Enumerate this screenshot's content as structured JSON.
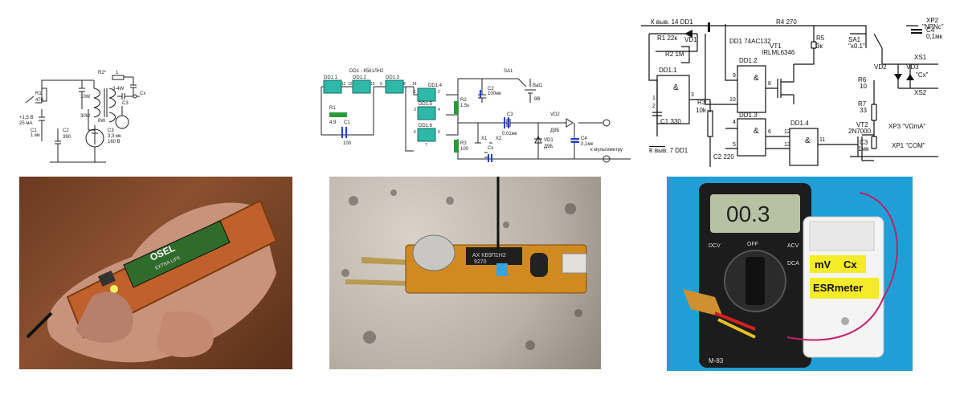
{
  "schematic_left": {
    "labels": {
      "r1": "R1",
      "r1_val": "470",
      "r2": "R2*",
      "r2_val": "1",
      "w10": "10W",
      "w34": "3-4W",
      "w30": "30W",
      "w6": "6W",
      "c1": "C1",
      "c1_val": "1 мк",
      "c2": "C2",
      "c2_val": "390",
      "c3": "C3",
      "c3_cap": "C3",
      "c3_val1": "3,3 мк",
      "c3_val2": "160 В",
      "cx": "Cx",
      "supply1": "+1,5 В",
      "supply2": "25 мА"
    }
  },
  "schematic_middle": {
    "labels": {
      "ic": "DD1 - К561ЛН2",
      "dd11": "DD1.1",
      "dd12": "DD1.2",
      "dd13": "DD1.3",
      "dd14": "DD1.4",
      "dd15": "DD1.5",
      "dd16": "DD1.6",
      "sa1": "SA1",
      "bat": "Bat1",
      "bat_v": "9В",
      "c2": "C2",
      "c2_val": "100мк",
      "r1": "R1",
      "r1_val": "4,9",
      "c1": "C1",
      "c1_val": "100",
      "r2": "R2",
      "r2_val": "1,5к",
      "r3": "R3",
      "r3_val": "100",
      "c3": "C3",
      "c3_val": "0,01мк",
      "vd2": "VD2",
      "vd2_type": "Д9Б",
      "vd1": "VD1",
      "vd1_type": "Д9Б",
      "c4": "C4",
      "c4_val": "0,1мк",
      "x1": "X1",
      "x2": "X2",
      "cx": "Cx",
      "meter": "к мультиметру",
      "p11": "11",
      "p12": "12",
      "p10": "10",
      "p9": "9",
      "p8": "8",
      "p14": "14",
      "p1": "1",
      "p2": "2",
      "p3": "3",
      "p4": "4",
      "p5": "5",
      "p6": "6",
      "p7": "7"
    }
  },
  "schematic_right": {
    "labels": {
      "pin14": "К выв. 14  DD1",
      "pin7": "К выв. 7 DD1",
      "r1": "R1 22к",
      "r2": "R2 1M",
      "vd1": "VD1",
      "ic": "DD1 74AC132",
      "r4": "R4 270",
      "c4": "C4",
      "c4_val": "0,1мк",
      "xp2": "XP2",
      "xp2_name": "\"NPNc\"",
      "r5": "R5",
      "r5_val": "3к",
      "sa1": "SA1",
      "sa1_name": "\"x0.1\"",
      "vt1": "VT1",
      "vt1_type": "IRLML6346",
      "dd11": "DD1.1",
      "dd12": "DD1.2",
      "dd13": "DD1.3",
      "dd14": "DD1.4",
      "and_sym": "&",
      "xs1": "XS1",
      "cx": "\"Cx\"",
      "xs2": "XS2",
      "vd2": "VD2",
      "vd3": "VD3",
      "r6": "R6",
      "r6_val": "10",
      "r7": "R7",
      "r7_val": "33",
      "r3": "R3",
      "r3_val": "10k",
      "c1": "C1 330",
      "c2": "C2 220",
      "vt2": "VT2",
      "vt2_type": "2N7000",
      "c3": "C3",
      "c3_val": "1мк",
      "xp3": "XP3 \"VΩmA\"",
      "xp1": "XP1 \"COM\"",
      "p1": "1",
      "p2": "2",
      "p3": "3",
      "p4": "4",
      "p5": "5",
      "p6": "6",
      "p8": "8",
      "p9": "9",
      "p10": "10",
      "p11": "11",
      "p12": "12",
      "p13": "13"
    }
  },
  "photo_left": {
    "battery_brand": "OSEL",
    "battery_sub": "EXTRA LIFE"
  },
  "photo_middle": {
    "chip_text1": "АХ КБ9П1Н2",
    "chip_text2": "9270"
  },
  "photo_right": {
    "display": "00.3",
    "label_mv": "mV",
    "label_cx": "Cx",
    "label_esr": "ESRmeter",
    "dial_dcv": "DCV",
    "dial_acv": "ACV",
    "dial_dca": "DCA",
    "dial_off": "OFF",
    "model": "M-83"
  },
  "colors": {
    "ic_fill": "#2db8a8",
    "capacitor": "#1e3fcf",
    "resistor": "#2a9a3a",
    "pcb": "#c0602a",
    "meter_body": "#1c1c1c",
    "label_yellow": "#f4ec28"
  }
}
